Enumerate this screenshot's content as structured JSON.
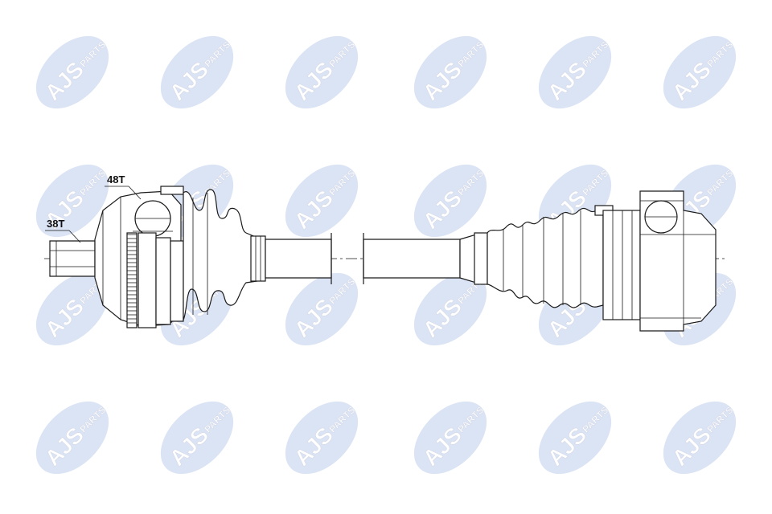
{
  "watermark": {
    "brand": "AJS",
    "suffix": "PARTS",
    "colors": {
      "primary": "#1b2f86",
      "secondary": "#3b6fc4",
      "opacity": 0.18
    }
  },
  "callouts": {
    "outer_spline": "38T",
    "abs_ring": "48T"
  },
  "icons": [
    "ajs-parts-logo-icon",
    "drive-shaft-diagram"
  ]
}
